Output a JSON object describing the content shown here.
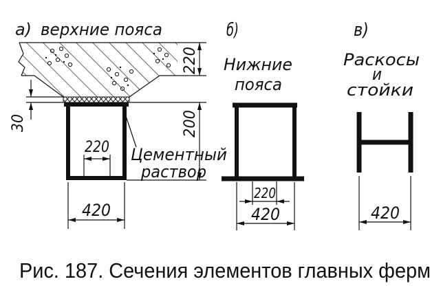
{
  "colors": {
    "ink": "#111111",
    "paper": "#ffffff"
  },
  "section_a": {
    "label": "а)",
    "title": "верхние пояса",
    "dim_slab_thickness": "220",
    "dim_mortar_thickness": "30",
    "dim_height": "200",
    "dim_inner": "220",
    "dim_width": "420",
    "mortar_label": [
      "Цементный",
      "раствор"
    ]
  },
  "section_b": {
    "label": "б)",
    "title": [
      "Нижние",
      "пояса"
    ],
    "dim_inner": "220",
    "dim_width": "420"
  },
  "section_c": {
    "label": "в)",
    "title": [
      "Раскосы",
      "и",
      "стойки"
    ],
    "dim_width": "420"
  },
  "caption": "Рис. 187. Сечения элементов главных ферм"
}
